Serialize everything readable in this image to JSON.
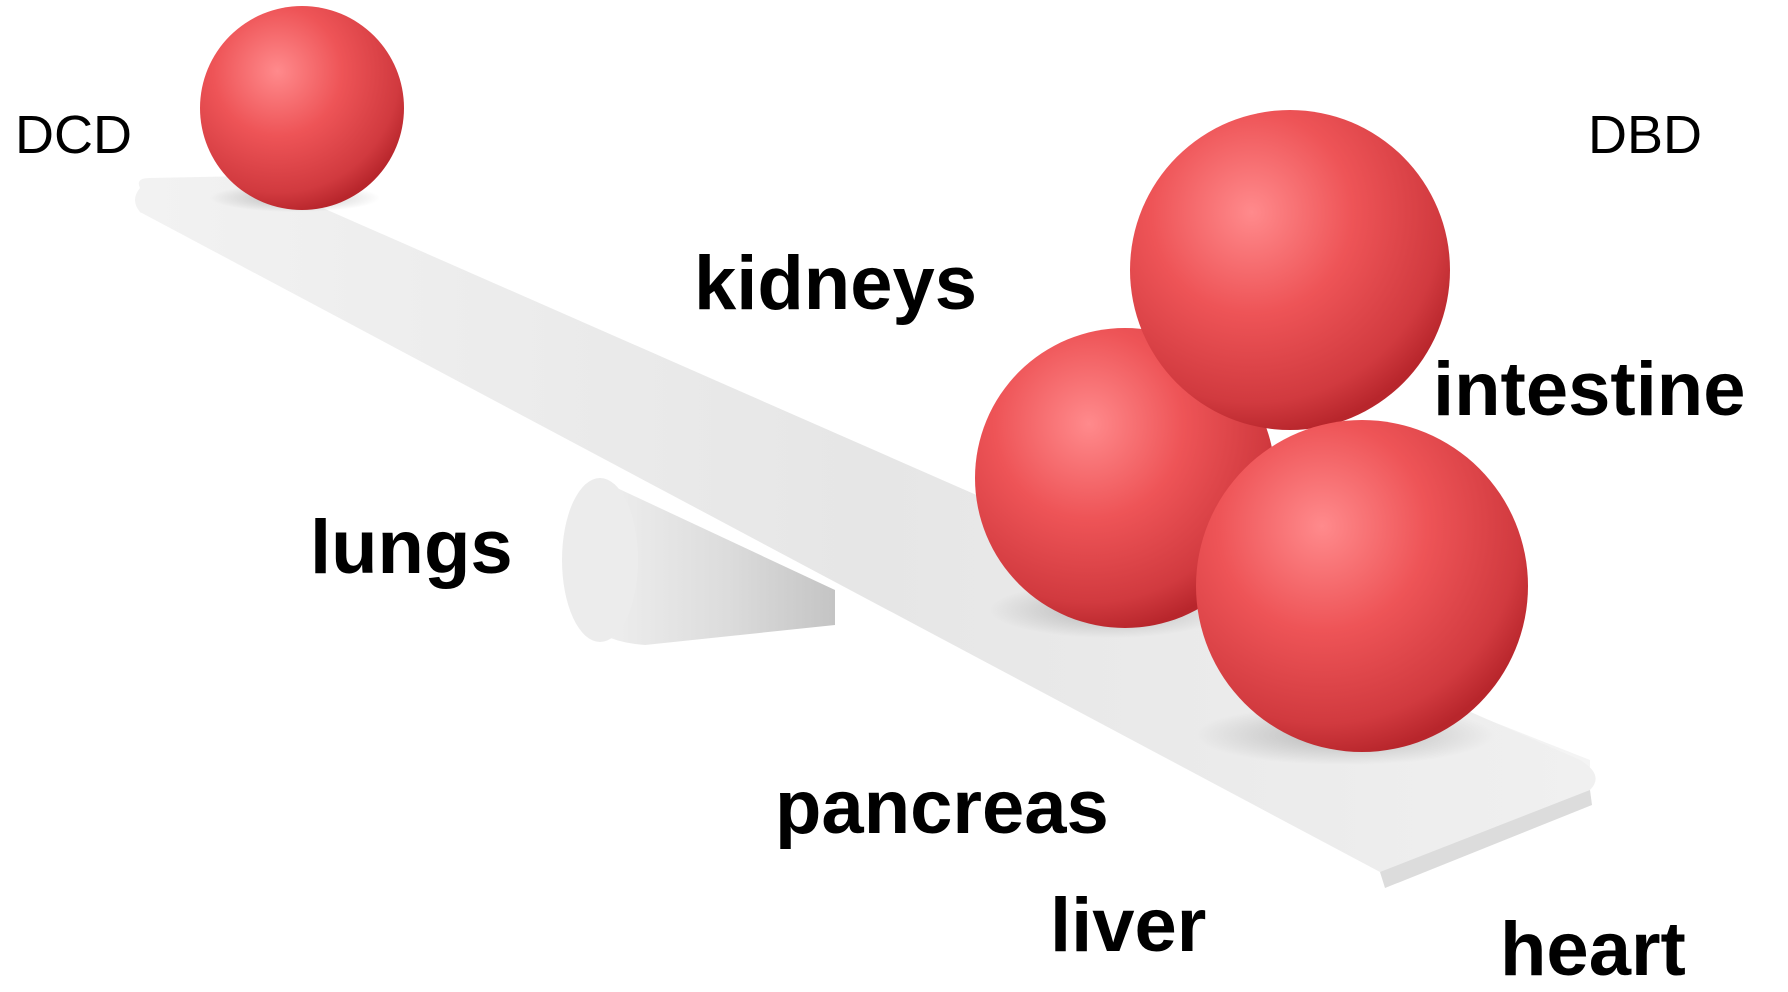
{
  "labels": {
    "left_side": "DCD",
    "right_side": "DBD"
  },
  "organs": {
    "kidneys": "kidneys",
    "intestine": "intestine",
    "lungs": "lungs",
    "pancreas": "pancreas",
    "liver": "liver",
    "heart": "heart"
  },
  "colors": {
    "ball": "#e84a4f",
    "ball_highlight": "#ff8a8c",
    "ball_shadow": "#b8262c",
    "plank": "#ececec",
    "pivot": "#d9d9d9",
    "text": "#000000"
  }
}
